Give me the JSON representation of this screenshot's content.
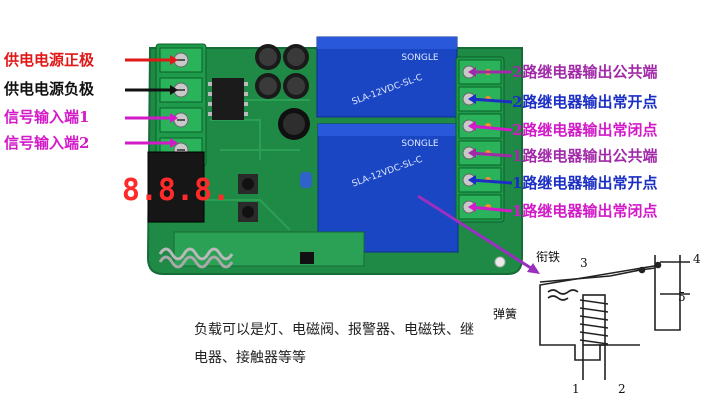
{
  "left_labels": [
    {
      "text": "供电电源正极",
      "color": "#e01818"
    },
    {
      "text": "供电电源负极",
      "color": "#111111"
    },
    {
      "text": "信号输入端1",
      "color": "#d21ac8"
    },
    {
      "text": "信号输入端2",
      "color": "#d21ac8"
    }
  ],
  "right_labels": [
    {
      "text": "2路继电器输出公共端",
      "color": "#a22aa9"
    },
    {
      "text": "2路继电器输出常开点",
      "color": "#1b2fc5"
    },
    {
      "text": "2路继电器输出常闭点",
      "color": "#d21ac8"
    },
    {
      "text": "1路继电器输出公共端",
      "color": "#a22aa9"
    },
    {
      "text": "1路继电器输出常开点",
      "color": "#1b2fc5"
    },
    {
      "text": "1路继电器输出常闭点",
      "color": "#d21ac8"
    }
  ],
  "caption": "负载可以是灯、电磁阀、报警器、电磁铁、继电器、接触器等等",
  "relay_diagram": {
    "armature_label": "衔铁",
    "spring_label": "弹簧",
    "numbers": [
      "1",
      "2",
      "3",
      "4",
      "5"
    ]
  },
  "board": {
    "display_digits": "8.8.8.",
    "relay_brand": "SONGLE",
    "relay_model": "SLA-12VDC-SL-C"
  }
}
